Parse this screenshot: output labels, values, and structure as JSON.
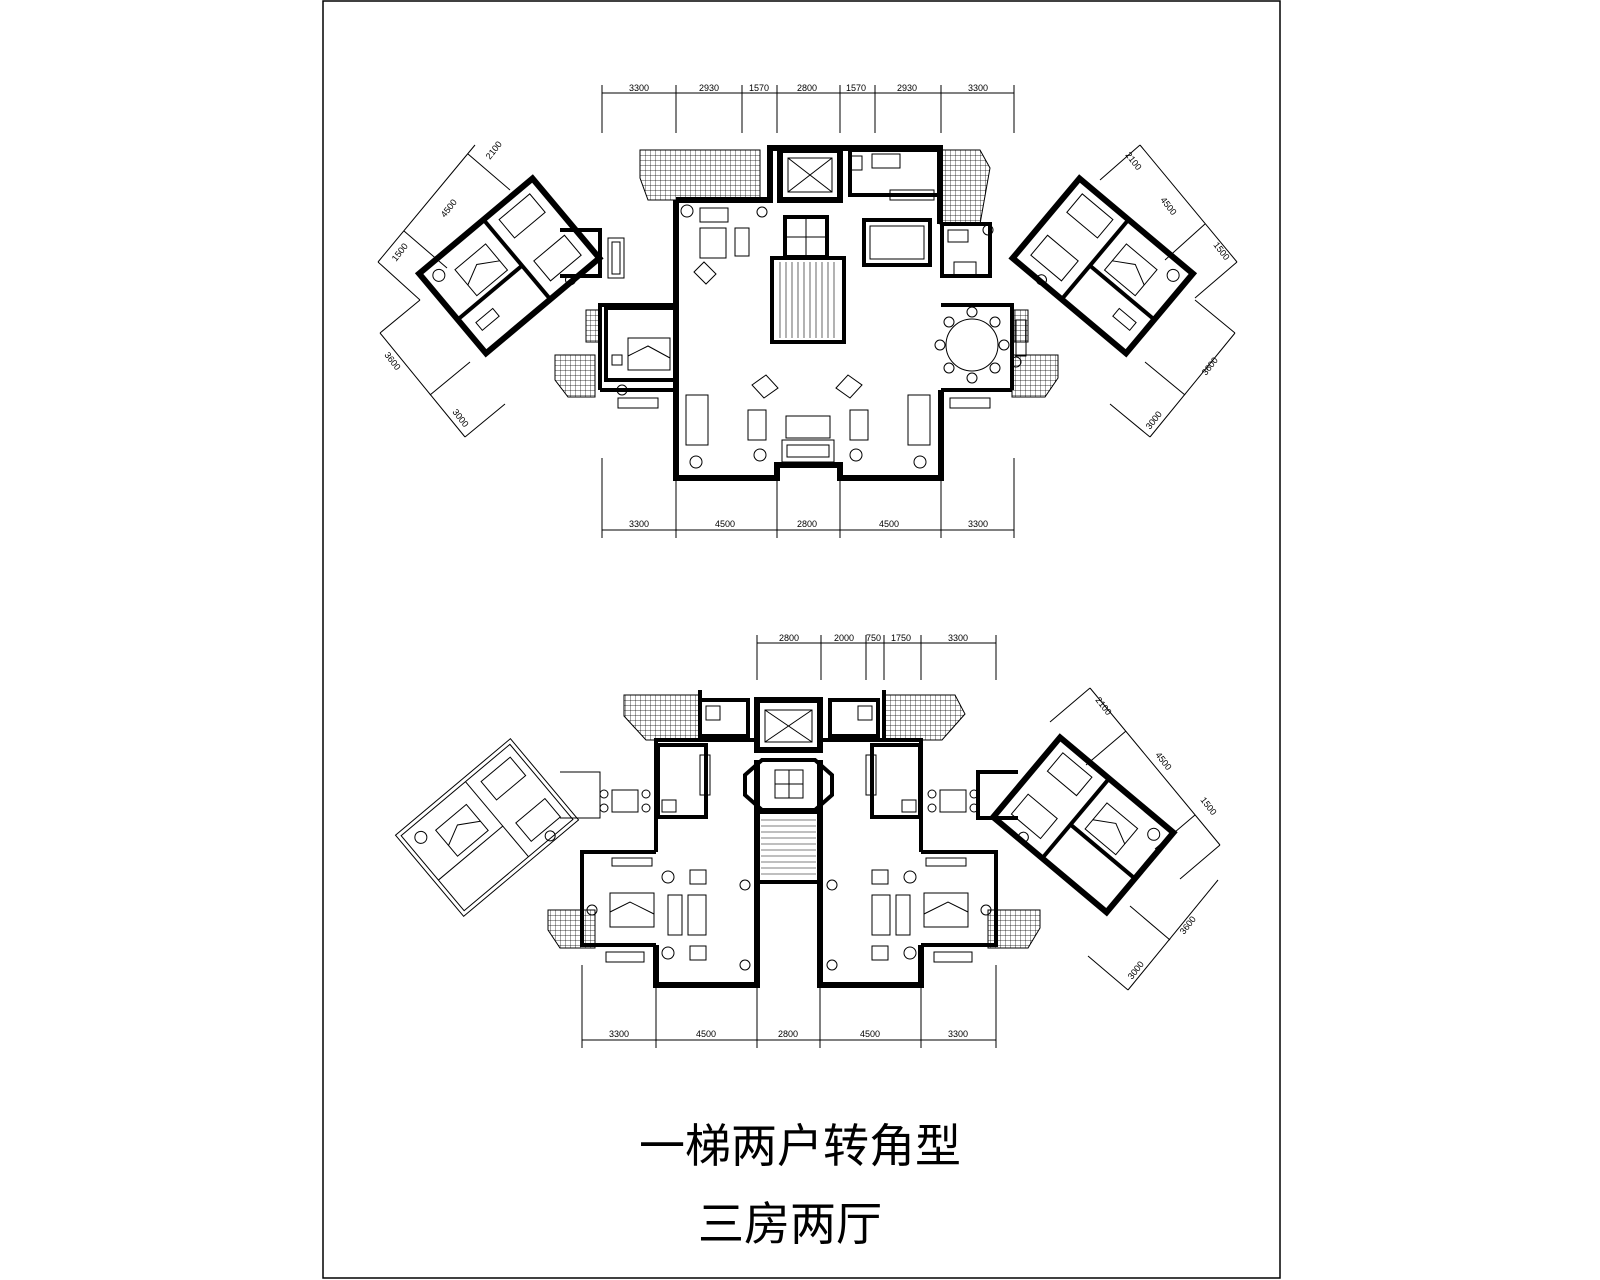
{
  "sheet": {
    "title_line1": "一梯两户转角型",
    "title_line2": "三房两厅"
  },
  "plan_top": {
    "dims_top": [
      "3300",
      "2930",
      "1570",
      "2800",
      "1570",
      "2930",
      "3300"
    ],
    "dims_bottom": [
      "3300",
      "4500",
      "2800",
      "4500",
      "3300"
    ],
    "dims_left_upper": [
      "2100",
      "4500",
      "1500"
    ],
    "dims_left_lower": [
      "3600",
      "3000"
    ],
    "dims_right_upper": [
      "2100",
      "4500",
      "1500"
    ],
    "dims_right_lower": [
      "3600",
      "3000"
    ]
  },
  "plan_bottom": {
    "dims_top": [
      "2800",
      "2000",
      "750",
      "1750",
      "3300"
    ],
    "dims_bottom": [
      "3300",
      "4500",
      "2800",
      "4500",
      "3300"
    ],
    "dims_right_upper": [
      "2100",
      "4500",
      "1500"
    ],
    "dims_right_lower": [
      "3600",
      "3000"
    ]
  }
}
